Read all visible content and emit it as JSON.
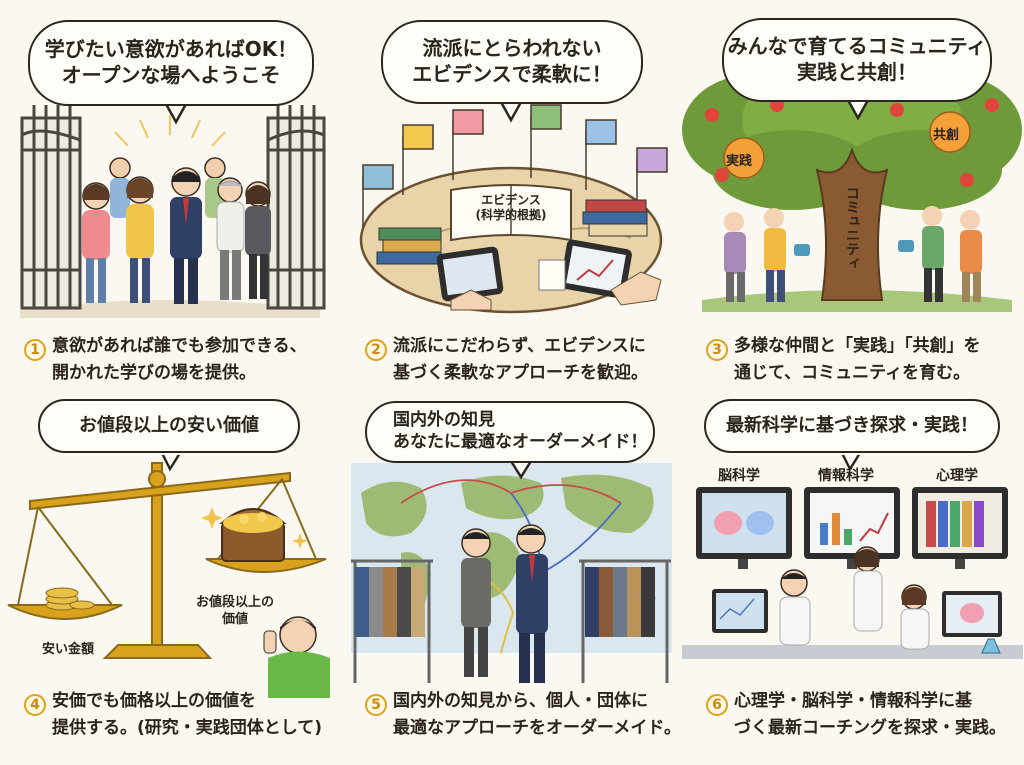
{
  "panels": [
    {
      "bubble_lines": [
        "学びたい意欲があればOK！",
        "オープンな場へようこそ"
      ],
      "number": "1",
      "caption_lines": [
        "意欲があれば誰でも参加できる、",
        "開かれた学びの場を提供。"
      ]
    },
    {
      "bubble_lines": [
        "流派にとらわれない",
        "エビデンスで柔軟に！"
      ],
      "number": "2",
      "book_label_lines": [
        "エビデンス",
        "(科学的根拠)"
      ],
      "caption_lines": [
        "流派にこだわらず、エビデンスに",
        "基づく柔軟なアプローチを歓迎。"
      ]
    },
    {
      "bubble_lines": [
        "みんなで育てるコミュニティ",
        "実践と共創！"
      ],
      "number": "3",
      "tree_labels": {
        "left": "実践",
        "right": "共創",
        "trunk": "コミュニティ"
      },
      "caption_lines": [
        "多様な仲間と「実践」「共創」を",
        "通じて、コミュニティを育む。"
      ]
    },
    {
      "bubble_lines": [
        "お値段以上の安い価値"
      ],
      "number": "4",
      "scale_labels": {
        "left": "安い金額",
        "right_lines": [
          "お値段以上の",
          "価値"
        ]
      },
      "caption_lines": [
        "安価でも価格以上の価値を",
        "提供する。(研究・実践団体として)"
      ]
    },
    {
      "bubble_lines": [
        "国内外の知見",
        "あなたに最適なオーダーメイド！"
      ],
      "number": "5",
      "caption_lines": [
        "国内外の知見から、個人・団体に",
        "最適なアプローチをオーダーメイド。"
      ]
    },
    {
      "bubble_lines": [
        "最新科学に基づき探求・実践！"
      ],
      "number": "6",
      "monitor_labels": [
        "脳科学",
        "情報科学",
        "心理学"
      ],
      "caption_lines": [
        "心理学・脳科学・情報科学に基",
        "づく最新コーチングを探求・実践。"
      ]
    }
  ],
  "colors": {
    "gold": "#d9a21c",
    "tree_green": "#6f9a3a",
    "suit_navy": "#2f3f66",
    "sea": "#dbe7ee",
    "land": "#9dbb74"
  }
}
